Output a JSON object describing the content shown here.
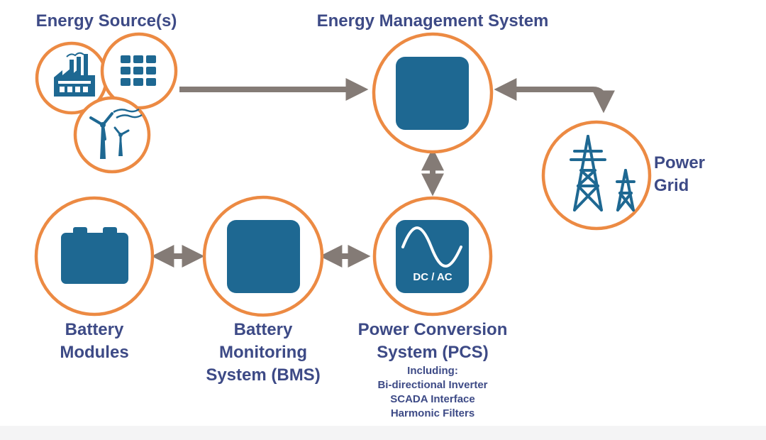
{
  "diagram": {
    "colors": {
      "ring": "#ec8a43",
      "fill": "#1e6892",
      "arrow": "#847b76",
      "text": "#3d4a86",
      "pcs_text": "#ffffff"
    },
    "labels": {
      "energy_sources": "Energy Source(s)",
      "ems": "Energy Management System",
      "power_grid_line1": "Power",
      "power_grid_line2": "Grid",
      "battery_modules_line1": "Battery",
      "battery_modules_line2": "Modules",
      "bms_line1": "Battery",
      "bms_line2": "Monitoring",
      "bms_line3": "System (BMS)",
      "pcs_line1": "Power Conversion",
      "pcs_line2": "System (PCS)",
      "pcs_details": [
        "Including:",
        "Bi-directional Inverter",
        "SCADA Interface",
        "Harmonic Filters"
      ],
      "pcs_icon_text": "DC / AC"
    },
    "icons": {
      "factory": "factory-icon",
      "solar": "solar-panel-icon",
      "wind": "wind-turbine-icon",
      "ems": "control-square-icon",
      "grid": "transmission-tower-icon",
      "battery": "battery-icon",
      "bms": "control-square-icon",
      "pcs": "sine-wave-icon"
    },
    "connections": [
      {
        "from": "energy_sources",
        "to": "ems",
        "direction": "one-way"
      },
      {
        "from": "ems",
        "to": "power_grid",
        "direction": "two-way"
      },
      {
        "from": "ems",
        "to": "pcs",
        "direction": "two-way"
      },
      {
        "from": "pcs",
        "to": "bms",
        "direction": "two-way"
      },
      {
        "from": "bms",
        "to": "battery_modules",
        "direction": "two-way"
      }
    ]
  }
}
